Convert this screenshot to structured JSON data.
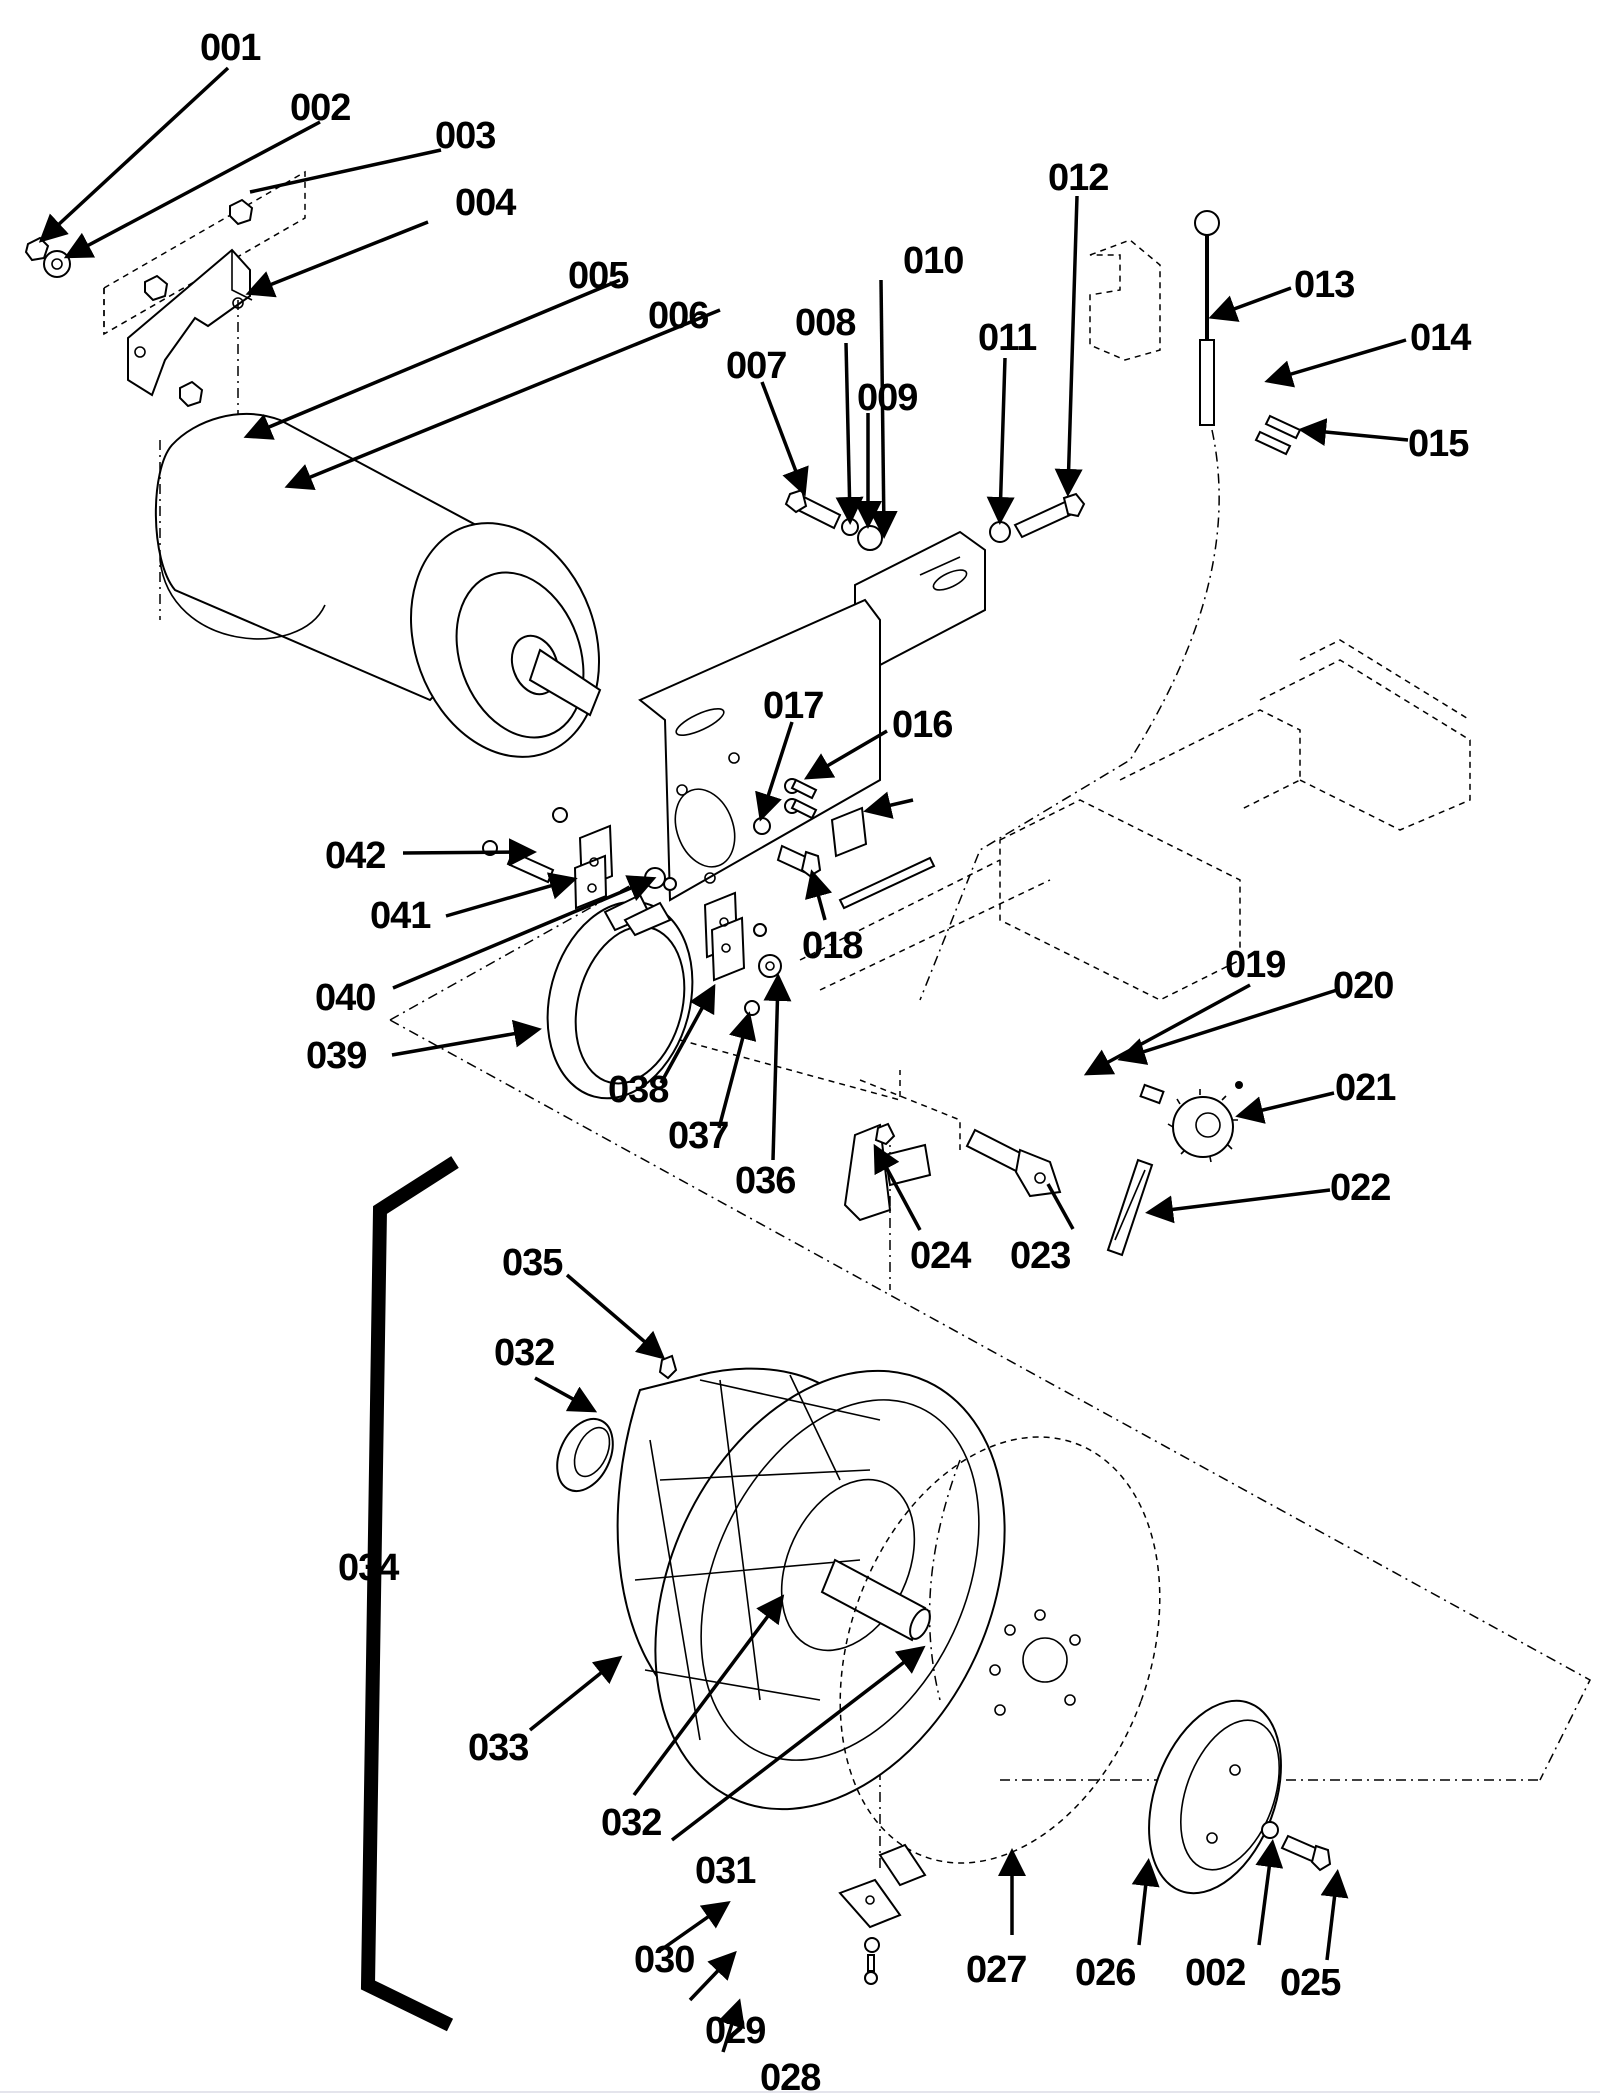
{
  "diagram": {
    "type": "exploded-parts-diagram",
    "subject": "drive motor, brake band, chain sprocket and wheel assembly",
    "callouts": [
      {
        "id": "001",
        "target": "lock nut (left end of rear bracket)"
      },
      {
        "id": "002",
        "target": "washer (left end of rear bracket)"
      },
      {
        "id": "003",
        "target": "hex nut"
      },
      {
        "id": "004",
        "target": "motor mounting bracket"
      },
      {
        "id": "005",
        "target": "set screw on motor"
      },
      {
        "id": "006",
        "target": "drive motor"
      },
      {
        "id": "007",
        "target": "hex bolt"
      },
      {
        "id": "008",
        "target": "lock washer"
      },
      {
        "id": "009",
        "target": "flat washer"
      },
      {
        "id": "010",
        "target": "idler bracket"
      },
      {
        "id": "011",
        "target": "nut"
      },
      {
        "id": "012",
        "target": "adjusting bolt"
      },
      {
        "id": "013",
        "target": "brake cable"
      },
      {
        "id": "014",
        "target": "cable clamp"
      },
      {
        "id": "015",
        "target": "screws"
      },
      {
        "id": "016",
        "target": "screw"
      },
      {
        "id": "017",
        "target": "nut"
      },
      {
        "id": "018",
        "target": "bolt"
      },
      {
        "id": "019",
        "target": "key"
      },
      {
        "id": "020",
        "target": "set screw"
      },
      {
        "id": "021",
        "target": "drive sprocket"
      },
      {
        "id": "022",
        "target": "roller chain"
      },
      {
        "id": "023",
        "target": "pivot shaft"
      },
      {
        "id": "024",
        "target": "lock nut"
      },
      {
        "id": "025",
        "target": "hex bolt"
      },
      {
        "id": "026",
        "target": "brake drum"
      },
      {
        "id": "027",
        "target": "wheel sprocket"
      },
      {
        "id": "002",
        "target": "washer (at brake drum)"
      },
      {
        "id": "028",
        "target": "screw"
      },
      {
        "id": "029",
        "target": "washer"
      },
      {
        "id": "030",
        "target": "axle bracket"
      },
      {
        "id": "031",
        "target": "axle"
      },
      {
        "id": "032",
        "target": "bearing (inner)"
      },
      {
        "id": "033",
        "target": "tire chain"
      },
      {
        "id": "034",
        "target": "wheel assembly (bracket group)"
      },
      {
        "id": "035",
        "target": "grease fitting"
      },
      {
        "id": "032",
        "target": "bearing (outer)"
      },
      {
        "id": "036",
        "target": "washer"
      },
      {
        "id": "037",
        "target": "nut"
      },
      {
        "id": "038",
        "target": "brake band bracket"
      },
      {
        "id": "039",
        "target": "brake band"
      },
      {
        "id": "040",
        "target": "spacer"
      },
      {
        "id": "041",
        "target": "brake band bracket"
      },
      {
        "id": "042",
        "target": "pin"
      }
    ]
  }
}
